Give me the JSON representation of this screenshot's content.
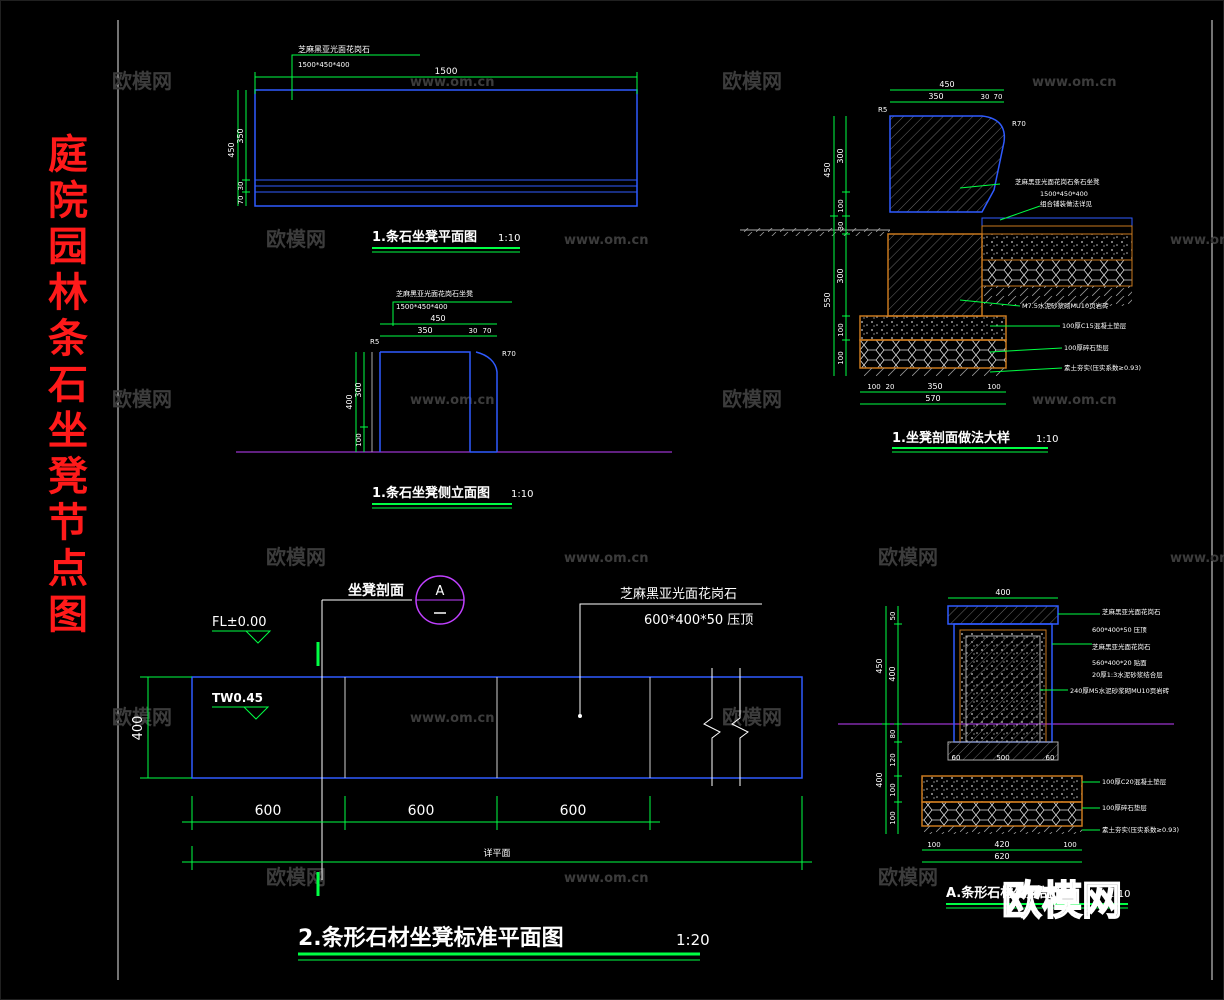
{
  "sheet": {
    "side_title_chars": [
      "庭",
      "院",
      "园",
      "林",
      "条",
      "石",
      "坐",
      "凳",
      "节",
      "点",
      "图"
    ],
    "watermark_text": "欧模网",
    "watermark_url": "www.om.cn",
    "logo_text": "欧模网"
  },
  "plan_view": {
    "title": "1.条石坐凳平面图",
    "scale": "1:10",
    "label1": "芝麻黑亚光面花岗石",
    "label2": "1500*450*400",
    "dim_width": "1500",
    "dim_total": "450",
    "dim_top": "350",
    "dim_b1": "70",
    "dim_b2": "30"
  },
  "side_view": {
    "title": "1.条石坐凳侧立面图",
    "scale": "1:10",
    "label1": "芝麻黑亚光面花岗石坐凳",
    "label2": "1500*450*400",
    "dim_total": "450",
    "dim_a": "350",
    "dim_b": "30",
    "dim_c": "70",
    "dim_height": "400",
    "dim_mid": "300",
    "dim_low": "100",
    "r_left": "R5",
    "r_right": "R70"
  },
  "section_detail": {
    "title": "1.坐凳剖面做法大样",
    "scale": "1:10",
    "top_total": "450",
    "top_a": "350",
    "top_b": "30",
    "top_c": "70",
    "r_left": "R5",
    "r_right": "R70",
    "left_dims": [
      "300",
      "100",
      "30",
      "300",
      "100",
      "100"
    ],
    "left_totals": [
      "450",
      "550"
    ],
    "bottom_dims": [
      "100",
      "20",
      "350",
      "100"
    ],
    "bottom_total": "570",
    "notes": [
      "芝麻黑亚光面花岗石条石坐凳",
      "1500*450*400",
      "组合铺装做法详见",
      "M7.5水泥砂浆砌MU10页岩砖",
      "100厚C15混凝土垫层",
      "100厚碎石垫层",
      "素土夯实(压实系数≥0.93)"
    ]
  },
  "standard_plan": {
    "title": "2.条形石材坐凳标准平面图",
    "scale": "1:20",
    "section_label": "坐凳剖面",
    "section_mark": "A",
    "fl_label": "FL±0.00",
    "tw_label": "TW0.45",
    "material_line1": "芝麻黑亚光面花岗石",
    "material_line2": "600*400*50 压顶",
    "dim_height": "400",
    "seg_dims": [
      "600",
      "600",
      "600"
    ],
    "total_label": "详平面"
  },
  "section_a": {
    "title": "A.条形石材坐凳剖面",
    "scale": "1:10",
    "top_dim": "400",
    "left_dims": [
      "50",
      "400",
      "80",
      "120",
      "100",
      "100"
    ],
    "left_totals": [
      "450",
      "400"
    ],
    "mid_dims": [
      "60",
      "500",
      "60"
    ],
    "bottom_dims": [
      "100",
      "420",
      "100"
    ],
    "bottom_total": "620",
    "notes": [
      "芝麻黑亚光面花岗石",
      "600*400*50 压顶",
      "芝麻黑亚光面花岗石",
      "560*400*20 贴面",
      "20厚1:3水泥砂浆结合层",
      "240厚M5水泥砂浆砌MU10页岩砖",
      "100厚C20混凝土垫层",
      "100厚碎石垫层",
      "素土夯实(压实系数≥0.93)"
    ]
  },
  "colors": {
    "background": "#000000",
    "title_red": "#ff1a1a",
    "outline_blue": "#2f5bff",
    "dim_green": "#00ff44",
    "text_white": "#ffffff",
    "concrete_orange": "#c8781e",
    "ground_magenta": "#c040ff",
    "watermark_gray": "#3a3a3a"
  }
}
